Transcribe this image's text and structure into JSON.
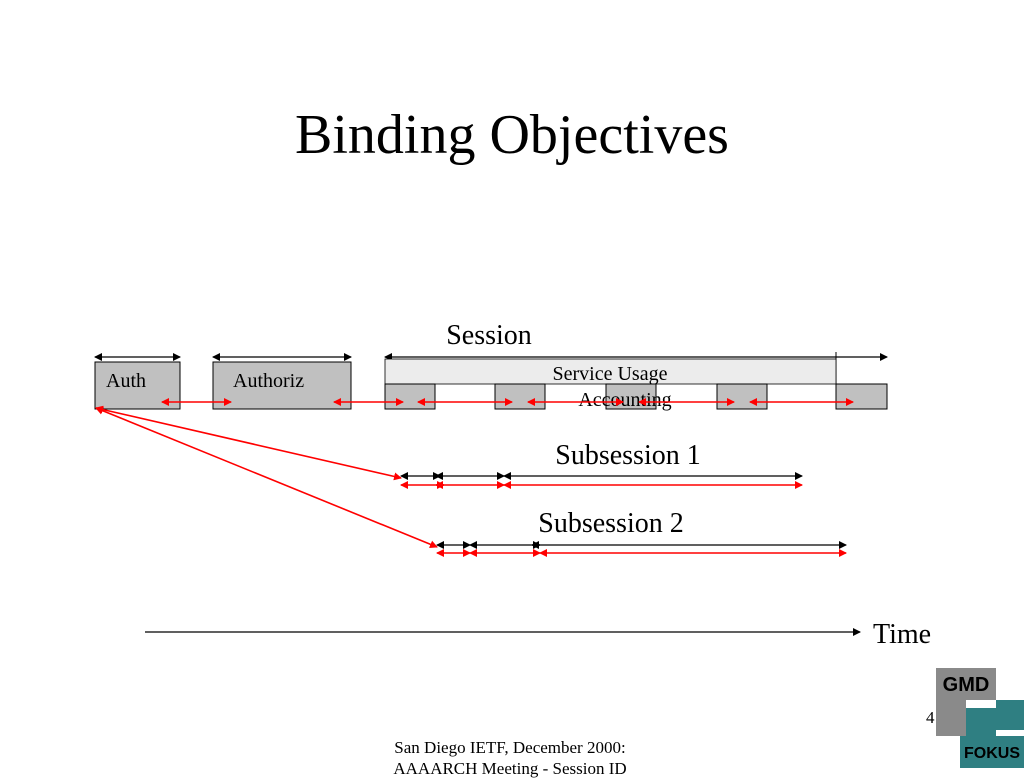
{
  "slide": {
    "title": "Binding Objectives",
    "page_number": "4",
    "footer_line1": "San Diego IETF, December 2000:",
    "footer_line2": "AAAARCH Meeting - Session ID"
  },
  "diagram": {
    "session_label": "Session",
    "auth_label": "Auth",
    "authoriz_label": "Authoriz",
    "service_usage_label": "Service Usage",
    "accounting_label": "Accounting",
    "subsession1_label": "Subsession 1",
    "subsession2_label": "Subsession 2",
    "time_label": "Time"
  },
  "logo": {
    "top_text": "GMD",
    "bottom_text": "FOKUS"
  },
  "colors": {
    "red_arrow": "#ff0000",
    "gray_box": "#c0c0c0",
    "service_bar": "#ececec",
    "logo_gray": "#8a8a8a",
    "logo_teal": "#2f7f82"
  }
}
